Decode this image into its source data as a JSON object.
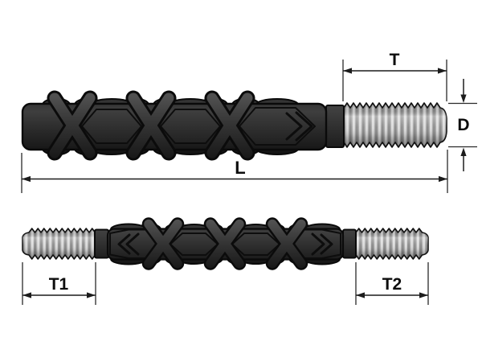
{
  "dimensions": {
    "thread_length": "T",
    "diameter": "D",
    "overall_length": "L",
    "end1_thread_length": "T1",
    "end2_thread_length": "T2"
  },
  "colors": {
    "background": "#ffffff",
    "dimension_line": "#1c1c1c",
    "label_text": "#0d0d0d",
    "stud_body": "#2d2d2d",
    "thread": "#c9c9c9"
  }
}
